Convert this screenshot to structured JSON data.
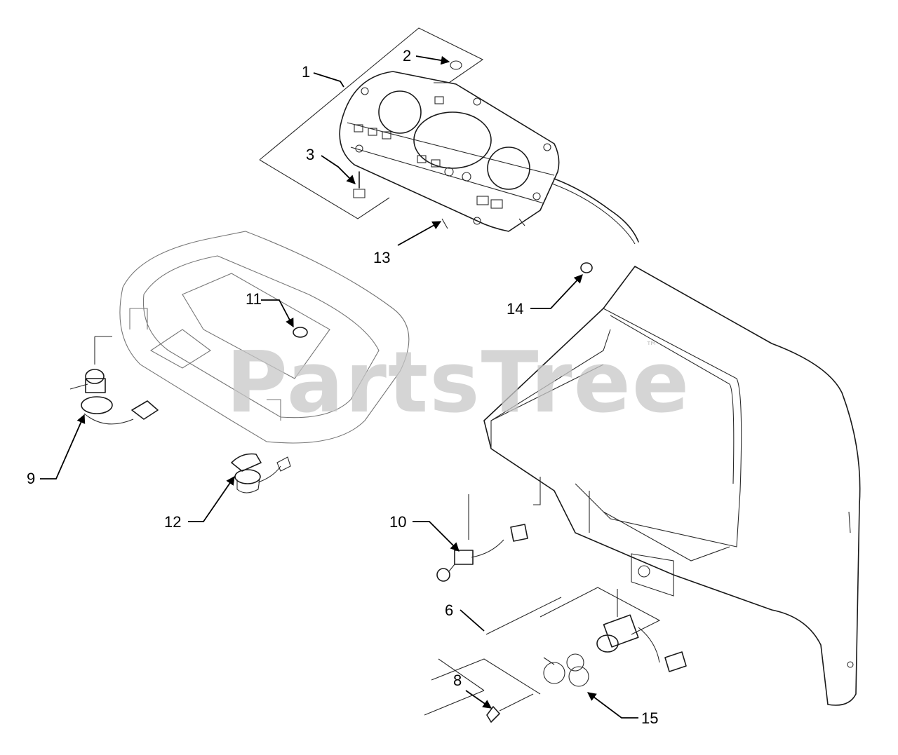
{
  "watermark": {
    "text": "PartsTree",
    "trademark": "™"
  },
  "callouts": {
    "c1": "1",
    "c2": "2",
    "c3": "3",
    "c6": "6",
    "c8": "8",
    "c9": "9",
    "c10": "10",
    "c11": "11",
    "c12": "12",
    "c13": "13",
    "c14": "14",
    "c15": "15"
  },
  "colors": {
    "line": "#1a1a1a",
    "watermark": "#c8c8c8",
    "background": "#ffffff"
  }
}
